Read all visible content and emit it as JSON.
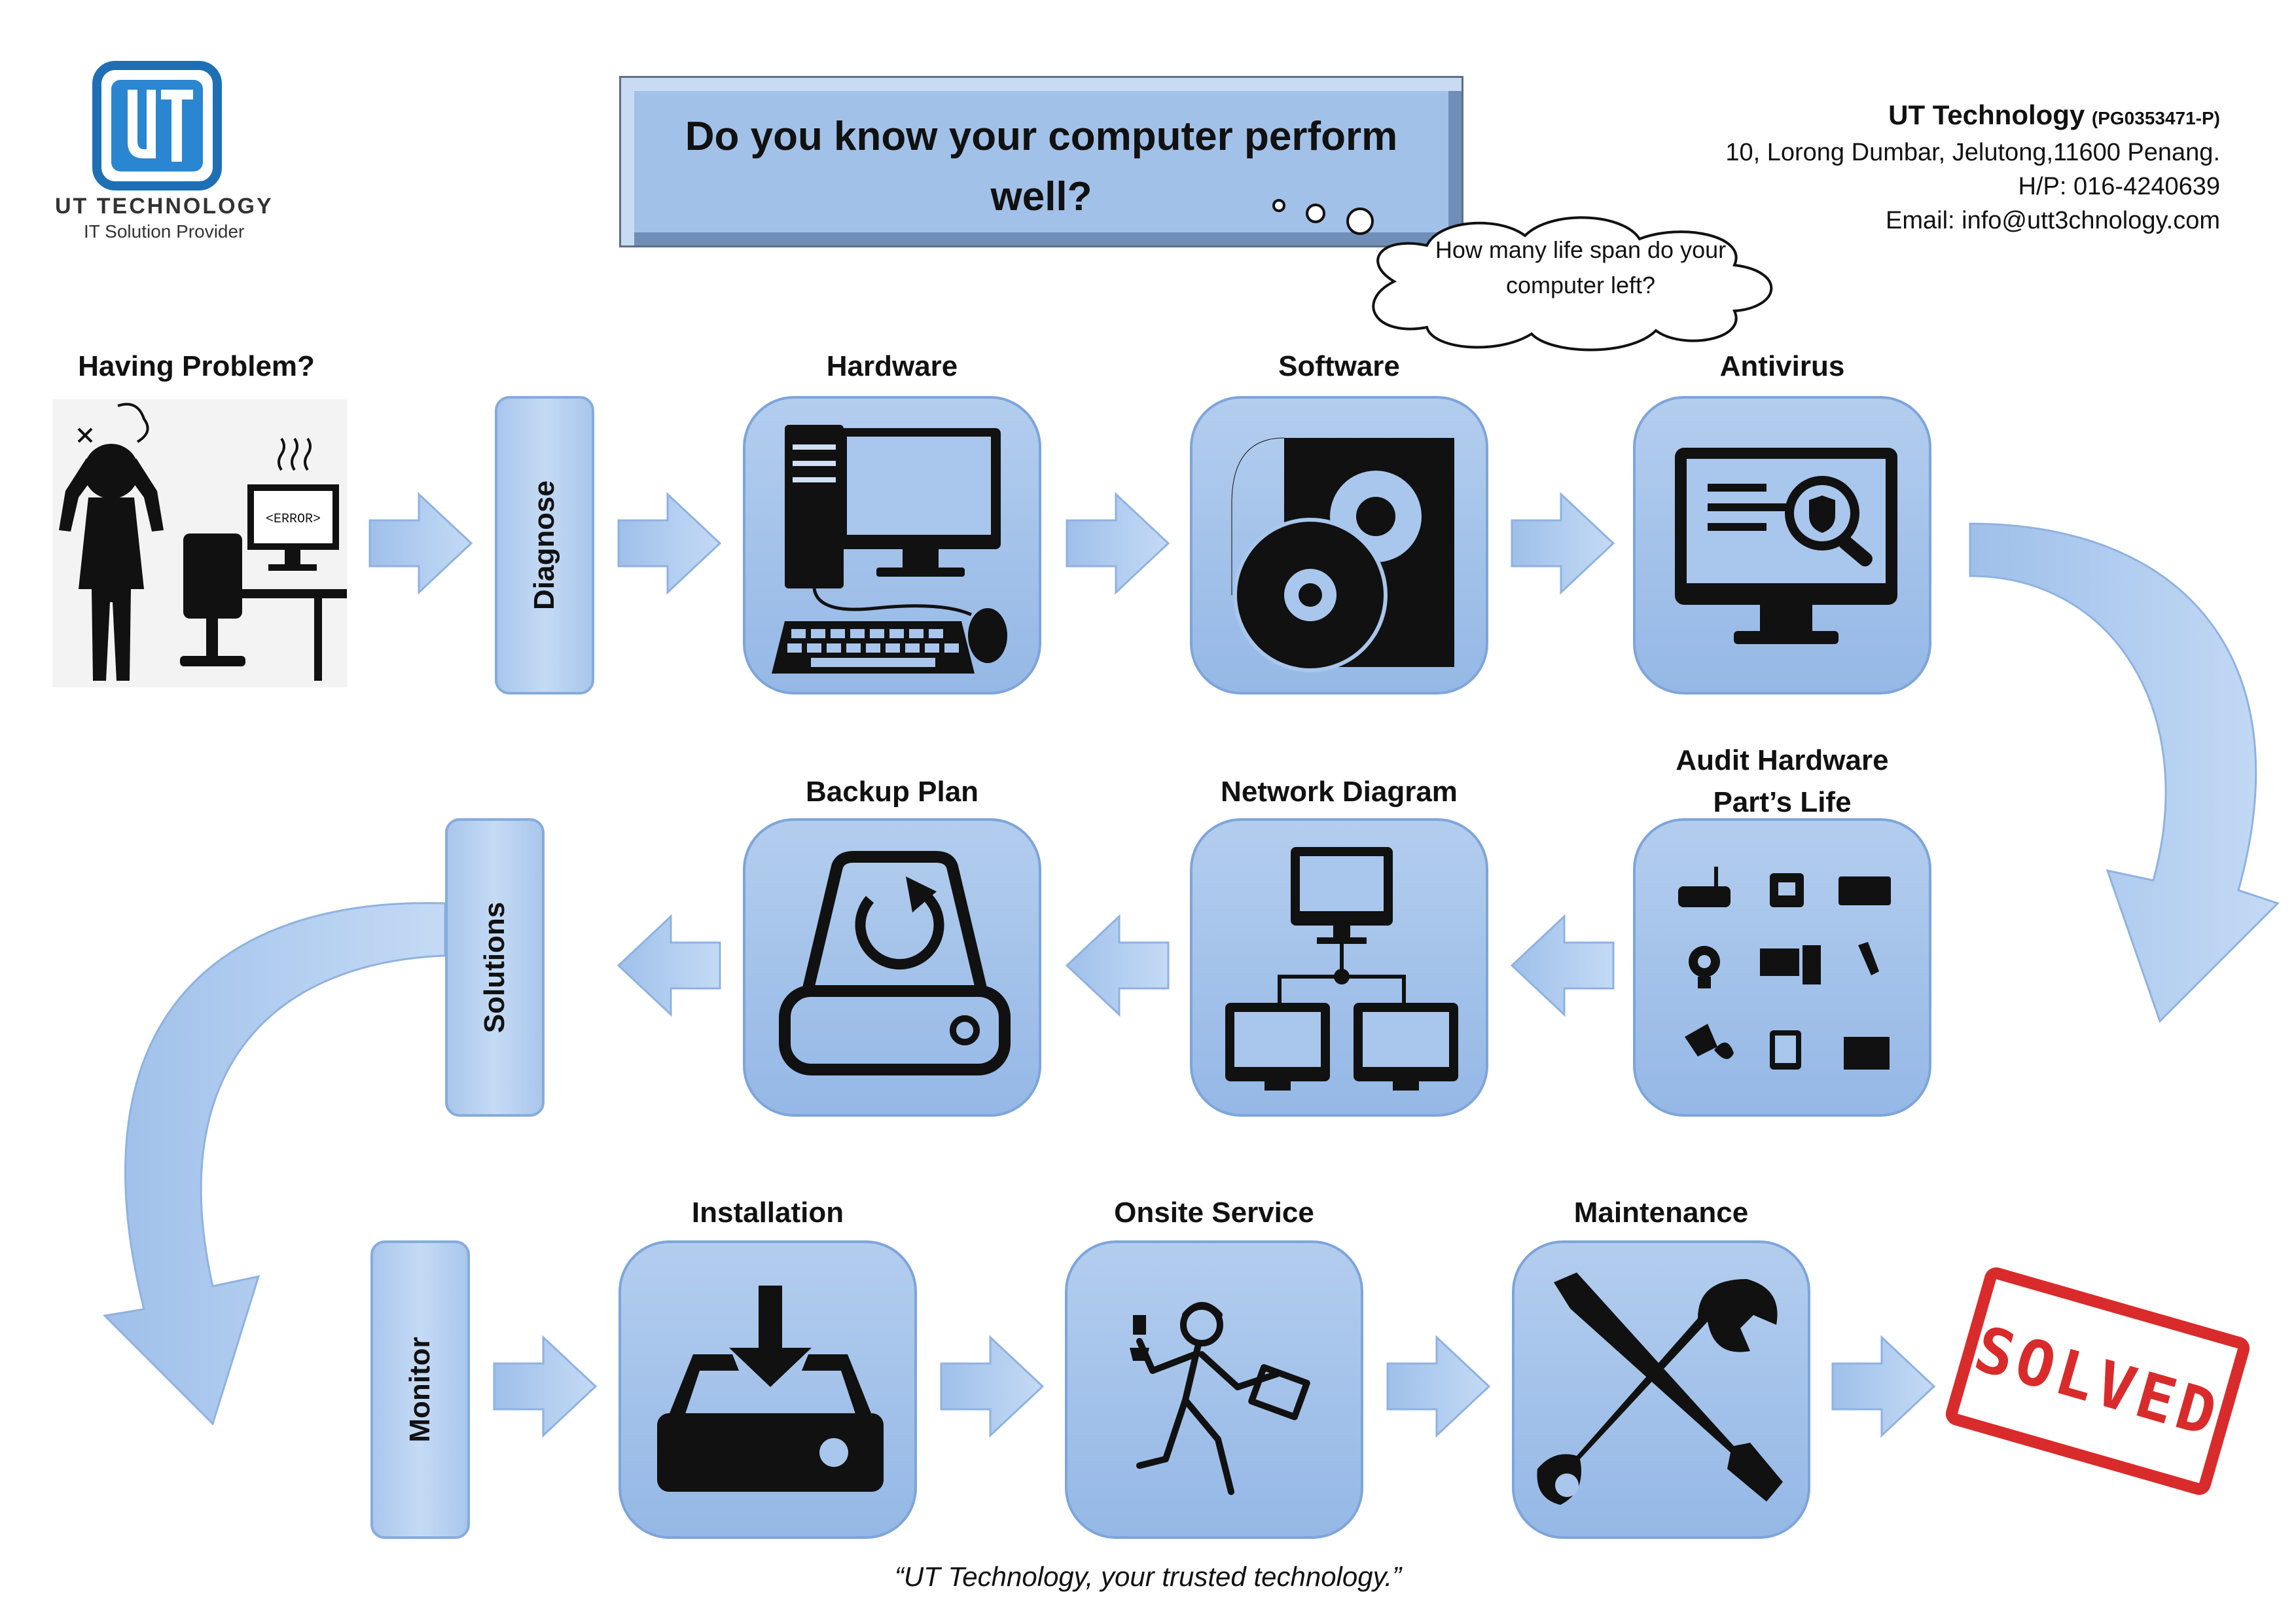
{
  "logo": {
    "brand": "UT TECHNOLOGY",
    "tagline": "IT Solution Provider"
  },
  "title": "Do you know your computer perform well?",
  "thought": "How many life span do your computer left?",
  "company": {
    "name": "UT Technology",
    "registration": "(PG0353471-P)",
    "address": "10, Lorong Dumbar, Jelutong,11600 Penang.",
    "phone": "H/P: 016-4240639",
    "email": "Email: info@utt3chnology.com"
  },
  "steps": {
    "problem": "Having Problem?",
    "problem_screen": "<ERROR>",
    "diagnose": "Diagnose",
    "hardware": "Hardware",
    "software": "Software",
    "antivirus": "Antivirus",
    "audit_line1": "Audit Hardware",
    "audit_line2": "Part’s Life",
    "network": "Network Diagram",
    "backup": "Backup Plan",
    "solutions": "Solutions",
    "monitor": "Monitor",
    "installation": "Installation",
    "onsite": "Onsite Service",
    "maintenance": "Maintenance",
    "stamp": "SOLVED"
  },
  "footer": "“UT Technology, your trusted technology.”",
  "colors": {
    "box": "#a9c6ec",
    "arrow": "#a7c5ec",
    "stamp": "#d92b2b",
    "logo": "#1f6fb5"
  }
}
